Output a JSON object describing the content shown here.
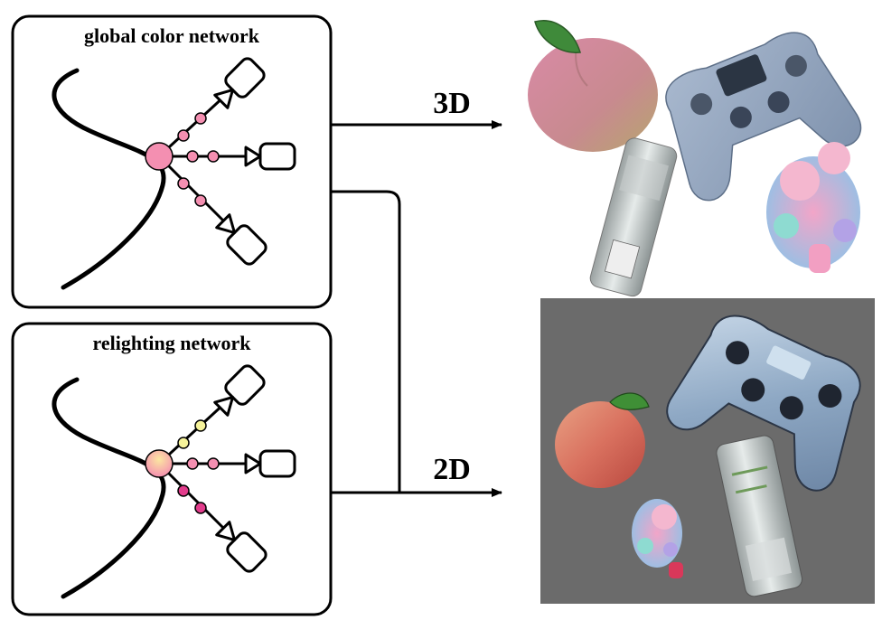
{
  "panels": [
    {
      "title": "global color network"
    },
    {
      "title": "relighting network"
    }
  ],
  "outputs": [
    {
      "label": "3D"
    },
    {
      "label": "2D"
    }
  ],
  "colors": {
    "node_pink": "#f48fb1",
    "node_yellow": "#f6f39a",
    "node_magenta": "#e23c8c",
    "render_bg": "#6b6b6b"
  },
  "objects_3d": [
    "peach",
    "game-controller",
    "energy-drink-can",
    "plush-bear"
  ],
  "objects_2d": [
    "game-controller",
    "peach",
    "energy-drink-can",
    "plush-bear"
  ]
}
